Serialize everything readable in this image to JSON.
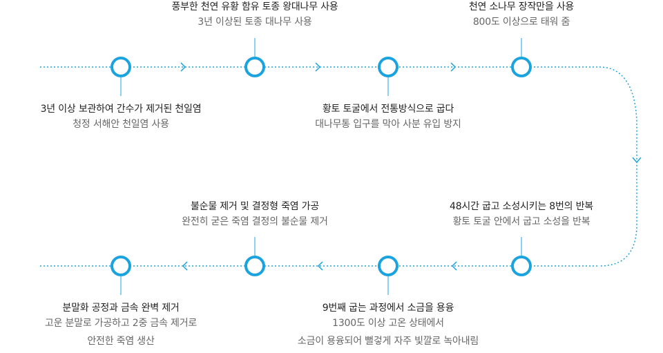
{
  "accent_color": "#1aa3de",
  "steps": [
    {
      "id": 1,
      "title": "3년 이상 보관하여 간수가 제거된 천일염",
      "desc": [
        "청정 서해안 천일염 사용"
      ]
    },
    {
      "id": 2,
      "title": "풍부한 천연 유황 함유 토종 왕대나무 사용",
      "desc": [
        "3년 이상된 토종 대나무 사용"
      ]
    },
    {
      "id": 3,
      "title": "황토 토굴에서 전통방식으로 굽다",
      "desc": [
        "대나무통 입구를 막아 사분 유입 방지"
      ]
    },
    {
      "id": 4,
      "title": "천연 소나무 장작만을 사용",
      "desc": [
        "800도 이상으로 태워 줌"
      ]
    },
    {
      "id": 5,
      "title": "48시간 굽고 소성시키는 8번의 반복",
      "desc": [
        "황토 토굴 안에서 굽고 소성을 반복"
      ]
    },
    {
      "id": 6,
      "title": "9번째 굽는 과정에서 소금을 용융",
      "desc": [
        "1300도 이상 고온 상태에서",
        "소금이 용융되어 뻘겋게 자주 빛깔로 녹아내림"
      ]
    },
    {
      "id": 7,
      "title": "불순물 제거 및 결정형 죽염 가공",
      "desc": [
        "완전히 굳은 죽염 결정의 불순물 제거"
      ]
    },
    {
      "id": 8,
      "title": "분말화 공정과 금속 완벽 제거",
      "desc": [
        "고운 분말로 가공하고 2중 금속 제거로",
        "안전한 죽염 생산"
      ]
    }
  ]
}
